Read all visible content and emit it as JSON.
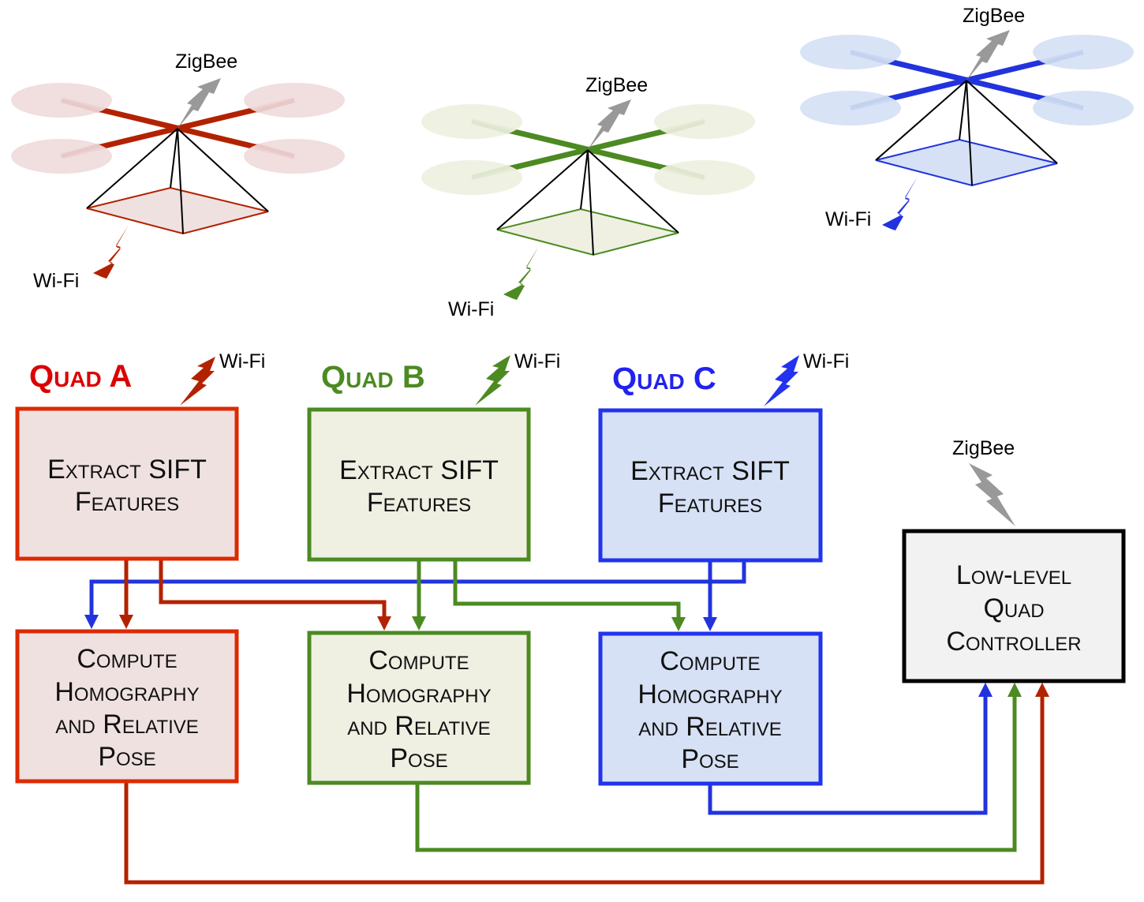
{
  "colors": {
    "quad_a": "#dd2a00",
    "quad_a_arrow": "#b32200",
    "quad_a_fill": "#f0e1e1",
    "quad_a_title": "#dd0000",
    "quad_b": "#4c8a22",
    "quad_b_arrow": "#4c8a22",
    "quad_b_fill": "#eff0e2",
    "quad_b_title": "#4c8a22",
    "quad_c": "#2233ee",
    "quad_c_arrow": "#2233dd",
    "quad_c_fill": "#d6e1f5",
    "quad_c_title": "#2222ee",
    "zigbee": "#999999",
    "controller_fill": "#f2f2f2"
  },
  "drones": [
    {
      "zigbee_label": "ZigBee",
      "wifi_label": "Wi-Fi"
    },
    {
      "zigbee_label": "ZigBee",
      "wifi_label": "Wi-Fi"
    },
    {
      "zigbee_label": "ZigBee",
      "wifi_label": "Wi-Fi"
    }
  ],
  "quads": [
    {
      "title": "Quad A",
      "wifi_label": "Wi-Fi",
      "extract_lines": [
        "Extract SIFT",
        "Features"
      ],
      "compute_lines": [
        "Compute",
        "Homography",
        "and Relative",
        "Pose"
      ]
    },
    {
      "title": "Quad B",
      "wifi_label": "Wi-Fi",
      "extract_lines": [
        "Extract SIFT",
        "Features"
      ],
      "compute_lines": [
        "Compute",
        "Homography",
        "and Relative",
        "Pose"
      ]
    },
    {
      "title": "Quad C",
      "wifi_label": "Wi-Fi",
      "extract_lines": [
        "Extract SIFT",
        "Features"
      ],
      "compute_lines": [
        "Compute",
        "Homography",
        "and Relative",
        "Pose"
      ]
    }
  ],
  "controller": {
    "zigbee_label": "ZigBee",
    "lines": [
      "Low-level",
      "Quad",
      "Controller"
    ]
  }
}
